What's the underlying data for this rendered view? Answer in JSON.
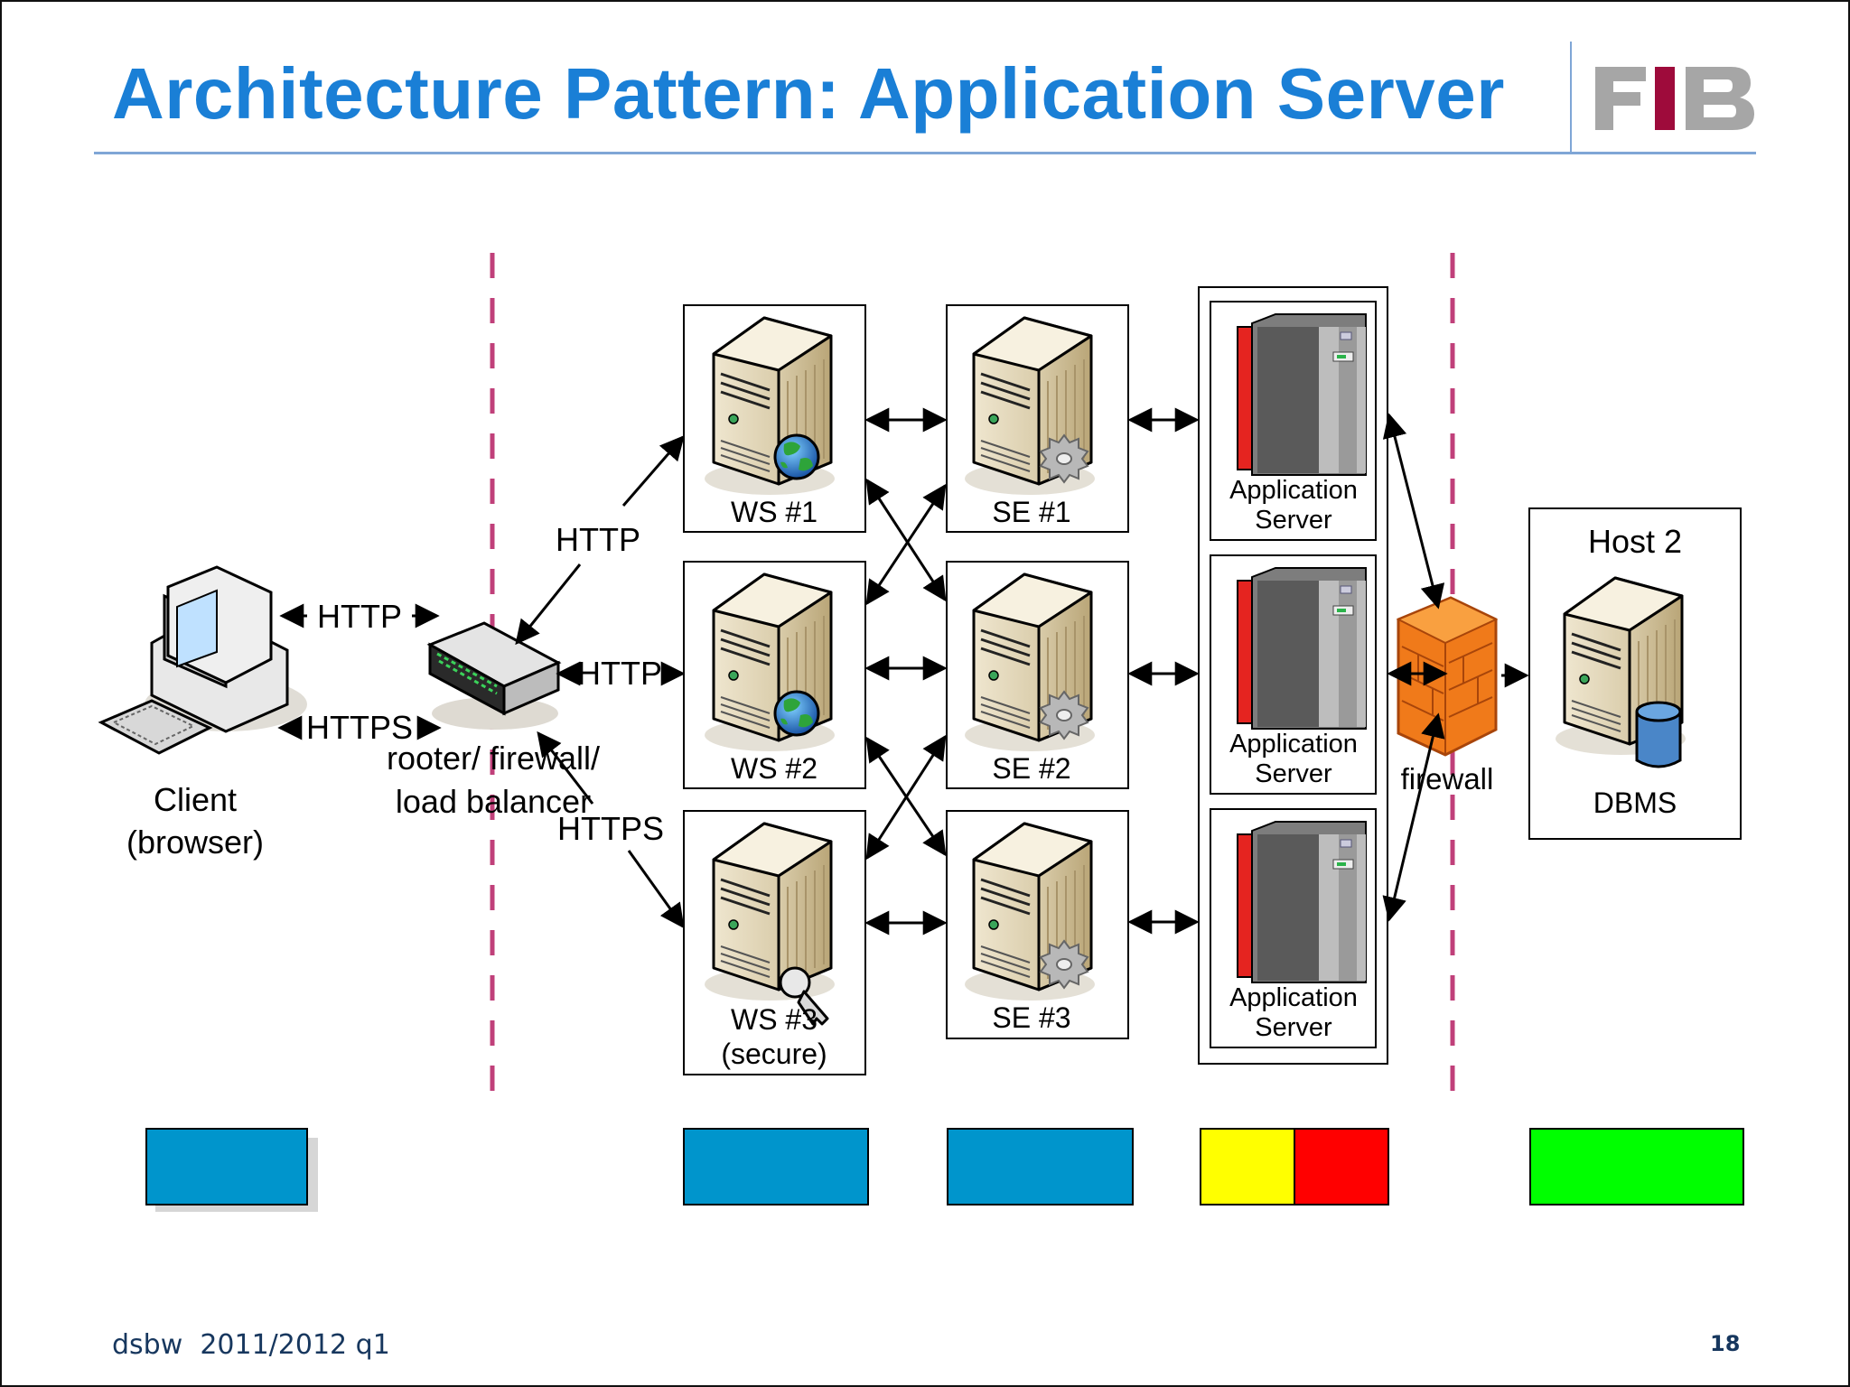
{
  "title": "Architecture Pattern: Application Server",
  "logo": {
    "text": "FIB",
    "colors": {
      "letters": "#a6a6a6",
      "bar": "#9e0b3b"
    }
  },
  "footer": {
    "course": "dsbw  2011/2012 q1",
    "page": "18"
  },
  "colors": {
    "title": "#1a7fd6",
    "zone_line": "#c0407a",
    "tier_blue": "#0095cc",
    "tier_yellow": "#ffff00",
    "tier_red": "#ff0000",
    "tier_green": "#00ff00",
    "firewall": "#f07a1a"
  },
  "diagram": {
    "client": {
      "icon": "desktop-computer-icon",
      "label_line1": "Client",
      "label_line2": "(browser)"
    },
    "router": {
      "icon": "router-icon",
      "label_line1": "rooter/ firewall/",
      "label_line2": "load balancer"
    },
    "protocols": {
      "client_http": "HTTP",
      "client_https": "HTTPS",
      "router_http_ws1": "HTTP",
      "router_http_ws2": "HTTP",
      "router_https_ws3": "HTTPS"
    },
    "web_servers": [
      {
        "label": "WS #1",
        "badge": "globe-icon"
      },
      {
        "label": "WS #2",
        "badge": "globe-icon"
      },
      {
        "label": "WS #3",
        "label_line2": "(secure)",
        "badge": "key-icon"
      }
    ],
    "script_engines": [
      {
        "label": "SE #1",
        "badge": "gear-icon"
      },
      {
        "label": "SE #2",
        "badge": "gear-icon"
      },
      {
        "label": "SE #3",
        "badge": "gear-icon"
      }
    ],
    "app_servers": [
      {
        "label_line1": "Application",
        "label_line2": "Server"
      },
      {
        "label_line1": "Application",
        "label_line2": "Server"
      },
      {
        "label_line1": "Application",
        "label_line2": "Server"
      }
    ],
    "firewall": {
      "icon": "firewall-icon",
      "label": "firewall"
    },
    "host2": {
      "title": "Host 2",
      "label": "DBMS",
      "icon": "database-server-icon"
    }
  }
}
